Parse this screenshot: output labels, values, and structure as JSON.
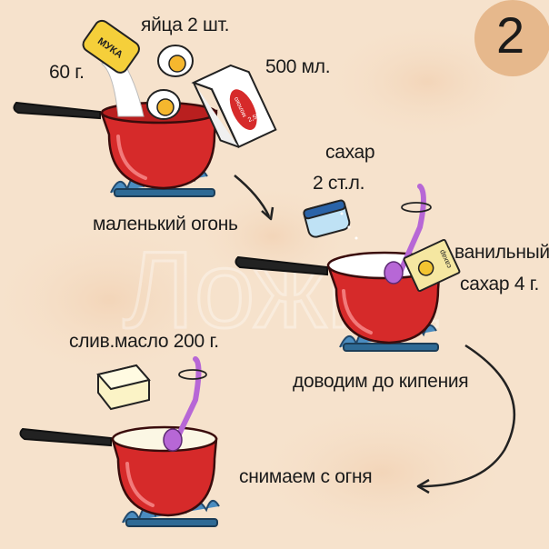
{
  "step": {
    "number": "2"
  },
  "labels": {
    "flour_amount": "60 г.",
    "eggs": "яйца 2 шт.",
    "milk_amount": "500 мл.",
    "low_heat": "маленький огонь",
    "sugar_title": "сахар",
    "sugar_amount": "2 ст.л.",
    "vanilla_title": "ванильный",
    "vanilla_amount": "сахар 4 г.",
    "boil": "доводим до кипения",
    "butter": "слив.масло 200 г.",
    "remove_heat": "снимаем с огня"
  },
  "packaging": {
    "flour_pack": "МУКА",
    "milk_pack": "молоко",
    "milk_fat": "2,5%",
    "vanilla_pack": "сахар"
  },
  "watermark": "Ложка",
  "colors": {
    "background": "#f6e2cc",
    "pot_red": "#d62a2a",
    "badge": "#e6b88c",
    "spoon": "#b767d6",
    "flame": "#3b7fb3"
  }
}
